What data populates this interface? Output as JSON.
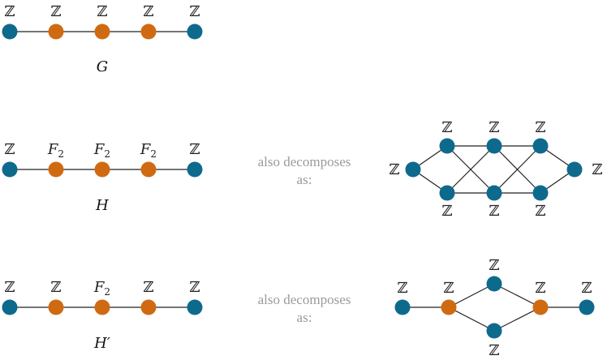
{
  "colors": {
    "blue": "#0e6a8c",
    "orange": "#d06a12",
    "edge": "#222222",
    "note": "#9a9a9a"
  },
  "graphs": {
    "G": {
      "name": "G",
      "nodes": [
        {
          "label": "ℤ",
          "color": "blue"
        },
        {
          "label": "ℤ",
          "color": "orange"
        },
        {
          "label": "ℤ",
          "color": "orange"
        },
        {
          "label": "ℤ",
          "color": "orange"
        },
        {
          "label": "ℤ",
          "color": "blue"
        }
      ]
    },
    "H": {
      "name": "H",
      "nodes": [
        {
          "label": "ℤ",
          "color": "blue"
        },
        {
          "label": "F2",
          "color": "orange"
        },
        {
          "label": "F2",
          "color": "orange"
        },
        {
          "label": "F2",
          "color": "orange"
        },
        {
          "label": "ℤ",
          "color": "blue"
        }
      ]
    },
    "Hprime": {
      "name": "H′",
      "nodes": [
        {
          "label": "ℤ",
          "color": "blue"
        },
        {
          "label": "ℤ",
          "color": "orange"
        },
        {
          "label": "F2",
          "color": "orange"
        },
        {
          "label": "ℤ",
          "color": "orange"
        },
        {
          "label": "ℤ",
          "color": "blue"
        }
      ]
    }
  },
  "notes": {
    "H": {
      "line1": "also decomposes",
      "line2": "as:"
    },
    "Hprime": {
      "line1": "also decomposes",
      "line2": "as:"
    }
  },
  "decompositions": {
    "H": {
      "node_labels": [
        "ℤ",
        "ℤ",
        "ℤ",
        "ℤ",
        "ℤ",
        "ℤ",
        "ℤ",
        "ℤ"
      ]
    },
    "Hprime": {
      "node_labels": [
        "ℤ",
        "ℤ",
        "ℤ",
        "ℤ",
        "ℤ",
        "ℤ"
      ]
    }
  }
}
